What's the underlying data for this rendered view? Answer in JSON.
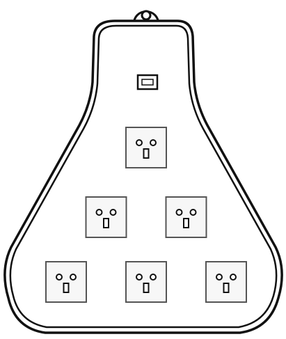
{
  "colors": {
    "background": "#ffffff",
    "line": "#111111",
    "outlet_frame": "#555555",
    "outlet_fill": "#f7f7f7"
  },
  "power_strip": {
    "outlet_count": 6,
    "outlet_rows": [
      1,
      2,
      3
    ],
    "outlets": [
      {
        "row": 1,
        "column": 1,
        "icon": "socket-icon"
      },
      {
        "row": 2,
        "column": 1,
        "icon": "socket-icon"
      },
      {
        "row": 2,
        "column": 2,
        "icon": "socket-icon"
      },
      {
        "row": 3,
        "column": 1,
        "icon": "socket-icon"
      },
      {
        "row": 3,
        "column": 2,
        "icon": "socket-icon"
      },
      {
        "row": 3,
        "column": 3,
        "icon": "socket-icon"
      }
    ],
    "switch_icon": "switch-icon",
    "mount_icon": "hanging-loop-icon"
  }
}
